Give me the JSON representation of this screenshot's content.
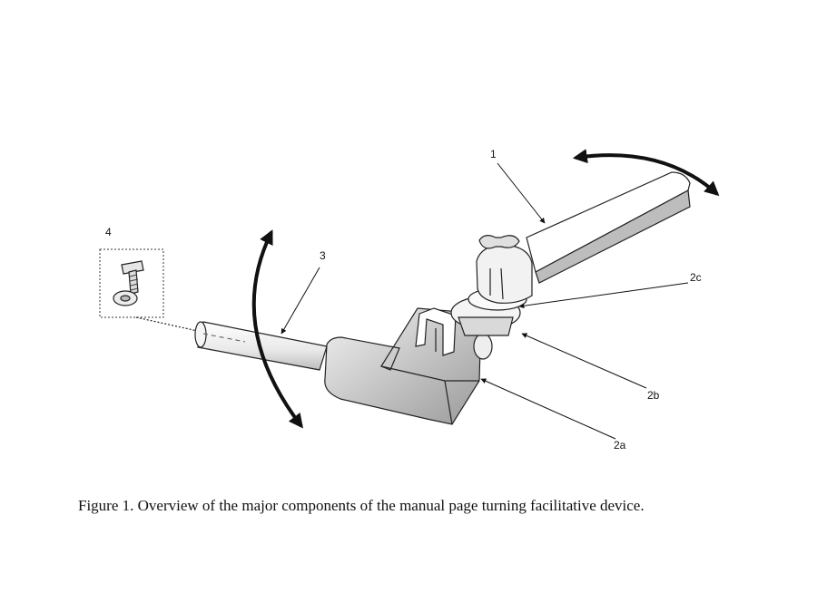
{
  "labels": {
    "part_1": "1",
    "part_2a": "2a",
    "part_2b": "2b",
    "part_2c": "2c",
    "part_3": "3",
    "part_4": "4"
  },
  "caption": "Figure 1. Overview of the major components of the manual page turning facilitative device.",
  "colors": {
    "line": "#222222",
    "shade": "#d4d4d4",
    "light": "#f0f0f0"
  }
}
